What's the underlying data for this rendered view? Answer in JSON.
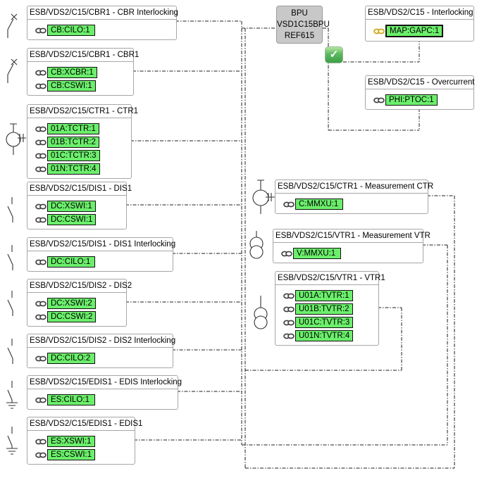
{
  "device": {
    "line1": "BPU",
    "line2": "VSD1C15BPU",
    "line3": "REF615"
  },
  "status_check": {
    "glyph": "✓",
    "color": "#3c9f47"
  },
  "boxes": {
    "cbr_interlocking": {
      "title": "ESB/VDS2/C15/CBR1 - CBR Interlocking",
      "chips": {
        "c1": "CB:CILO:1"
      }
    },
    "cbr1": {
      "title": "ESB/VDS2/C15/CBR1 - CBR1",
      "chips": {
        "c1": "CB:XCBR:1",
        "c2": "CB:CSWI:1"
      }
    },
    "ctr1": {
      "title": "ESB/VDS2/C15/CTR1 - CTR1",
      "chips": {
        "c1": "01A:TCTR:1",
        "c2": "01B:TCTR:2",
        "c3": "01C:TCTR:3",
        "c4": "01N:TCTR:4"
      }
    },
    "dis1": {
      "title": "ESB/VDS2/C15/DIS1 - DIS1",
      "chips": {
        "c1": "DC:XSWI:1",
        "c2": "DC:CSWI:1"
      }
    },
    "dis1_interlocking": {
      "title": "ESB/VDS2/C15/DIS1 - DIS1 Interlocking",
      "chips": {
        "c1": "DC:CILO:1"
      }
    },
    "dis2": {
      "title": "ESB/VDS2/C15/DIS2 - DIS2",
      "chips": {
        "c1": "DC:XSWI:2",
        "c2": "DC:CSWI:2"
      }
    },
    "dis2_interlocking": {
      "title": "ESB/VDS2/C15/DIS2 - DIS2 Interlocking",
      "chips": {
        "c1": "DC:CILO:2"
      }
    },
    "edis_interlocking": {
      "title": "ESB/VDS2/C15/EDIS1 - EDIS Interlocking",
      "chips": {
        "c1": "ES:CILO:1"
      }
    },
    "edis1": {
      "title": "ESB/VDS2/C15/EDIS1 - EDIS1",
      "chips": {
        "c1": "ES:XSWI:1",
        "c2": "ES:CSWI:1"
      }
    },
    "interlocking": {
      "title": "ESB/VDS2/C15 - Interlocking",
      "chips": {
        "c1": "MAP:GAPC:1"
      }
    },
    "overcurrent": {
      "title": "ESB/VDS2/C15 - Overcurrent",
      "chips": {
        "c1": "PHI:PTOC:1"
      }
    },
    "measurement_ctr": {
      "title": "ESB/VDS2/C15/CTR1 - Measurement CTR",
      "chips": {
        "c1": "C:MMXU:1"
      }
    },
    "measurement_vtr": {
      "title": "ESB/VDS2/C15/VTR1 - Measurement VTR",
      "chips": {
        "c1": "V:MMXU:1"
      }
    },
    "vtr1": {
      "title": "ESB/VDS2/C15/VTR1 - VTR1",
      "chips": {
        "c1": "U01A:TVTR:1",
        "c2": "U01B:TVTR:2",
        "c3": "U01C:TVTR:3",
        "c4": "U01N:TVTR:4"
      }
    }
  },
  "icons": [
    "circuit-breaker-icon",
    "current-transformer-icon",
    "disconnector-icon",
    "earth-switch-icon",
    "voltage-transformer-icon",
    "link-icon",
    "link-icon-gold",
    "check-icon"
  ],
  "colors": {
    "chip_green": "#6BEF6B",
    "box_border": "#A6A6A6",
    "device_fill": "#C8C8C8",
    "line_color": "#1C1C1C",
    "link_gray": "#3E3E3E",
    "link_gold": "#C9A21C",
    "check_green": "#3C9F47"
  }
}
